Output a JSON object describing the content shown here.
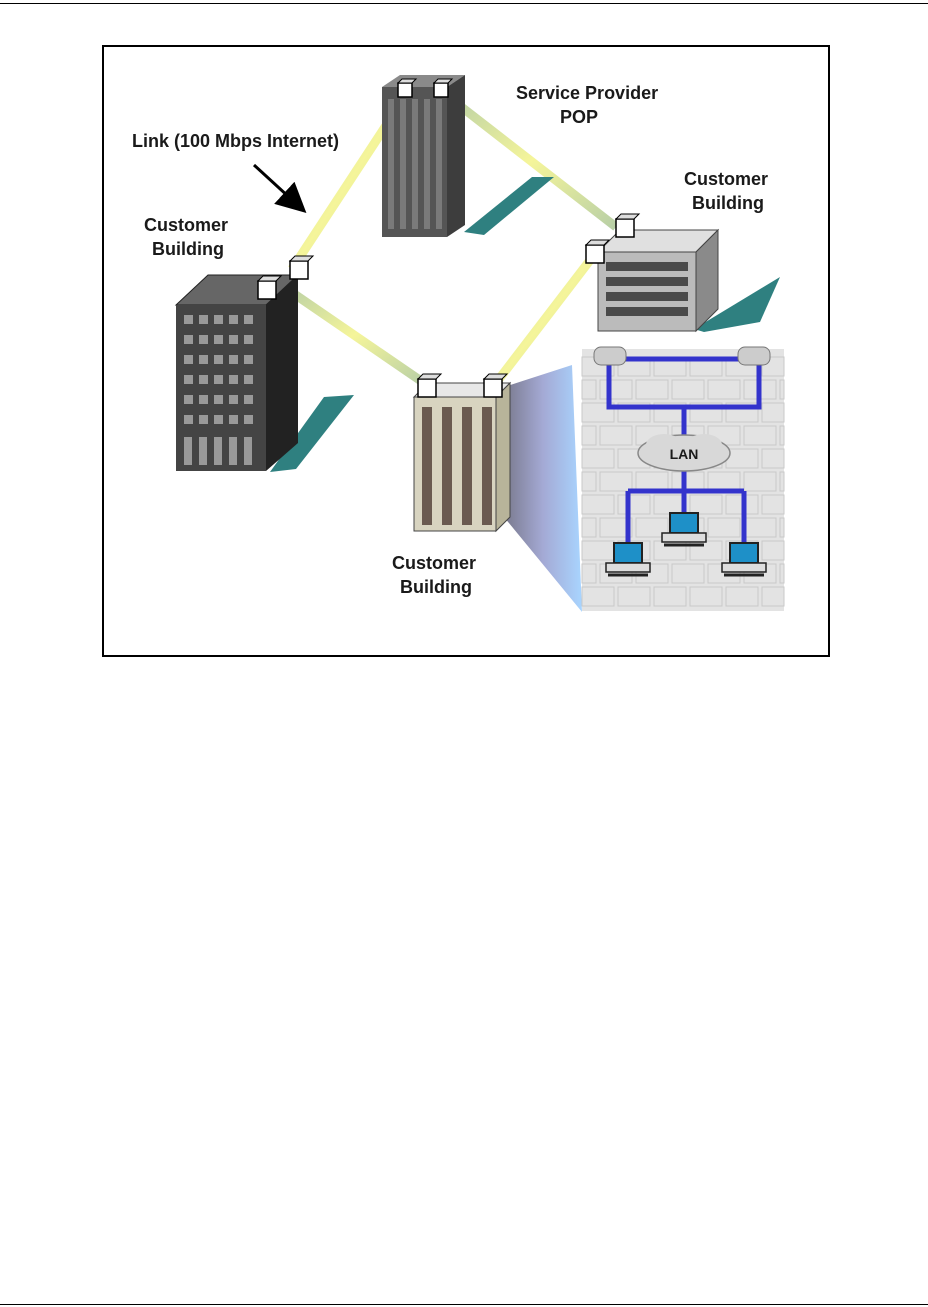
{
  "diagram": {
    "labels": {
      "link": "Link (100 Mbps Internet)",
      "pop_line1": "Service Provider",
      "pop_line2": "POP",
      "customer_left_line1": "Customer",
      "customer_left_line2": "Building",
      "customer_right_line1": "Customer",
      "customer_right_line2": "Building",
      "customer_bottom_line1": "Customer",
      "customer_bottom_line2": "Building",
      "lan": "LAN"
    },
    "colors": {
      "link_yellow": "#f5f59a",
      "link_green": "#b8cfa6",
      "shadow_teal": "#2f8080",
      "lan_blue": "#3333cc",
      "building_dark": "#555555",
      "wall_gray": "#e3e3e3"
    }
  }
}
